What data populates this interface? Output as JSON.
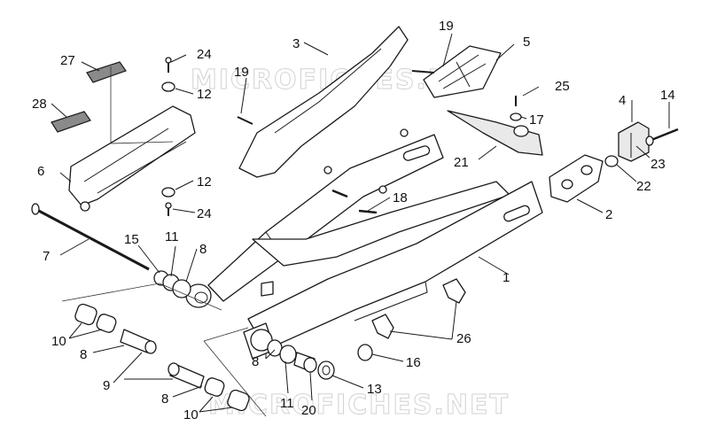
{
  "watermarks": [
    "MICROFICHES.NET",
    "MICROFICHES.NET"
  ],
  "callouts": {
    "c1": "1",
    "c2": "2",
    "c3": "3",
    "c4": "4",
    "c5": "5",
    "c6": "6",
    "c7": "7",
    "c8a": "8",
    "c8b": "8",
    "c8c": "8",
    "c8d": "8",
    "c9": "9",
    "c10a": "10",
    "c10b": "10",
    "c11a": "11",
    "c11b": "11",
    "c12a": "12",
    "c12b": "12",
    "c13": "13",
    "c14": "14",
    "c15": "15",
    "c16": "16",
    "c17": "17",
    "c18": "18",
    "c19a": "19",
    "c19b": "19",
    "c20": "20",
    "c21": "21",
    "c22": "22",
    "c23": "23",
    "c24a": "24",
    "c24b": "24",
    "c25": "25",
    "c26": "26",
    "c27": "27",
    "c28": "28"
  }
}
